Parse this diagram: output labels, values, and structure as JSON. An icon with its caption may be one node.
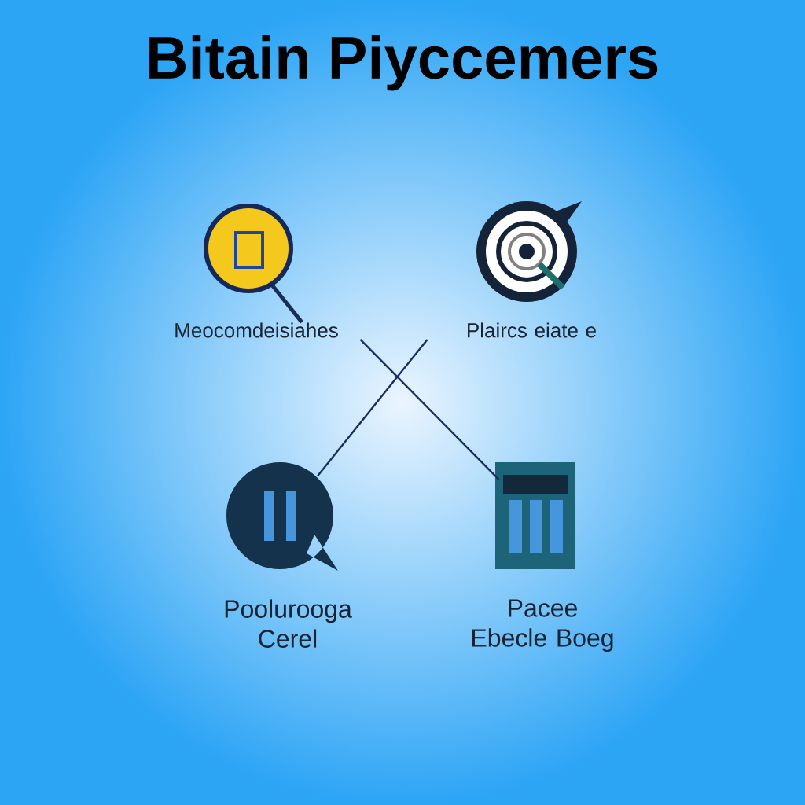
{
  "diagram": {
    "title": "Bitain Piyccemers",
    "nodes": [
      {
        "text": [
          "Meocomdeisiahes"
        ]
      },
      {
        "text": [
          "Plaircs eiate e"
        ]
      },
      {
        "text": [
          "Poolurooga Cerel"
        ]
      },
      {
        "text": [
          "Pacee Ebecle Boeg"
        ]
      }
    ],
    "edges": [
      {
        "from": 0,
        "to": 3,
        "arrow": "none"
      },
      {
        "from": 1,
        "to": 2,
        "arrow": "none"
      }
    ]
  }
}
